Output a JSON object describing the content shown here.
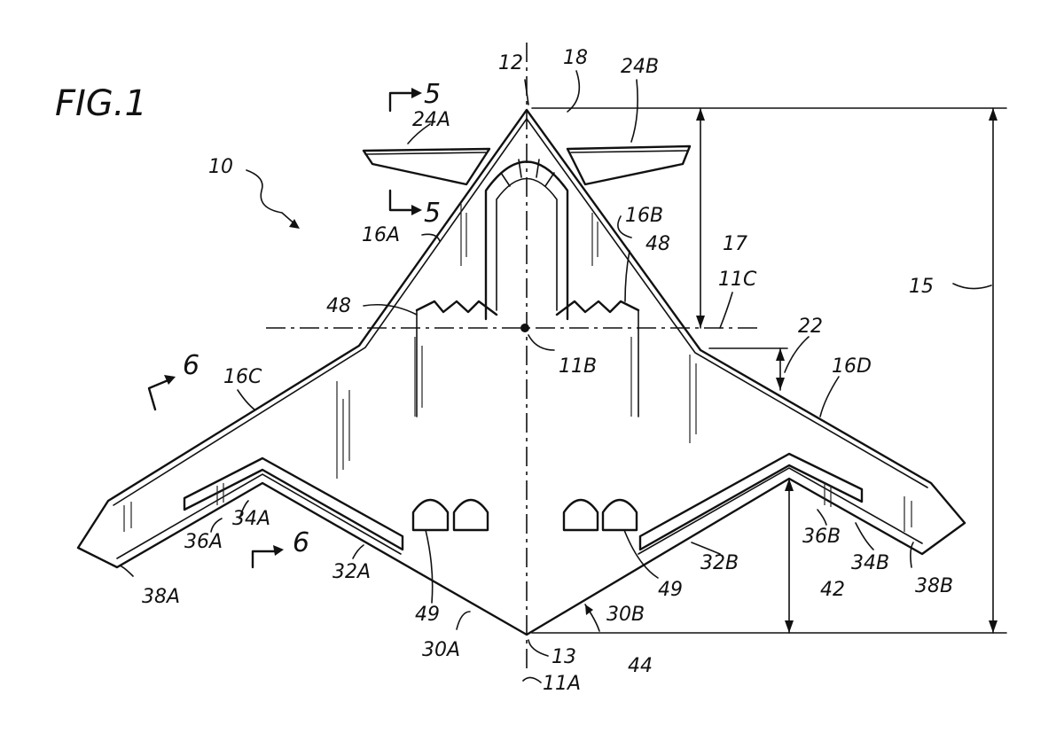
{
  "figure": {
    "title": "FIG.1",
    "section_marks": [
      {
        "text": "5",
        "id": "5-upper"
      },
      {
        "text": "5",
        "id": "5-lower"
      },
      {
        "text": "6",
        "id": "6-left"
      },
      {
        "text": "6",
        "id": "6-lower"
      }
    ],
    "labels": [
      {
        "id": "r10",
        "text": "10"
      },
      {
        "id": "r12",
        "text": "12"
      },
      {
        "id": "r18",
        "text": "18"
      },
      {
        "id": "r24B",
        "text": "24B"
      },
      {
        "id": "r24A",
        "text": "24A"
      },
      {
        "id": "r16A",
        "text": "16A"
      },
      {
        "id": "r16B",
        "text": "16B"
      },
      {
        "id": "r48a",
        "text": "48"
      },
      {
        "id": "r48b",
        "text": "48"
      },
      {
        "id": "r17",
        "text": "17"
      },
      {
        "id": "r15",
        "text": "15"
      },
      {
        "id": "r11C",
        "text": "11C"
      },
      {
        "id": "r11B",
        "text": "11B"
      },
      {
        "id": "r22",
        "text": "22"
      },
      {
        "id": "r16C",
        "text": "16C"
      },
      {
        "id": "r16D",
        "text": "16D"
      },
      {
        "id": "r34A",
        "text": "34A"
      },
      {
        "id": "r36A",
        "text": "36A"
      },
      {
        "id": "r32A",
        "text": "32A"
      },
      {
        "id": "r38A",
        "text": "38A"
      },
      {
        "id": "r49a",
        "text": "49"
      },
      {
        "id": "r49b",
        "text": "49"
      },
      {
        "id": "r30A",
        "text": "30A"
      },
      {
        "id": "r13",
        "text": "13"
      },
      {
        "id": "r11A",
        "text": "11A"
      },
      {
        "id": "r44",
        "text": "44"
      },
      {
        "id": "r30B",
        "text": "30B"
      },
      {
        "id": "r42",
        "text": "42"
      },
      {
        "id": "r32B",
        "text": "32B"
      },
      {
        "id": "r36B",
        "text": "36B"
      },
      {
        "id": "r34B",
        "text": "34B"
      },
      {
        "id": "r38B",
        "text": "38B"
      }
    ]
  }
}
